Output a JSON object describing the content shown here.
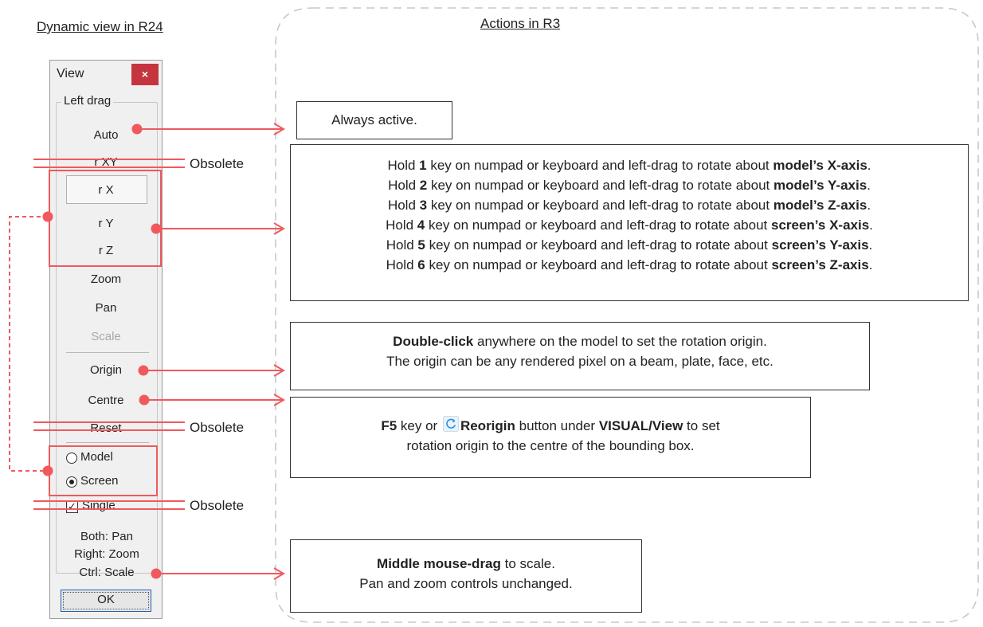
{
  "headings": {
    "left": "Dynamic view in R24",
    "right": "Actions in R3"
  },
  "dialog": {
    "title": "View",
    "close": "×",
    "group_label": "Left drag",
    "buttons": {
      "auto": "Auto",
      "rxy": "r XY",
      "rx": "r X",
      "ry": "r Y",
      "rz": "r Z",
      "zoom": "Zoom",
      "pan": "Pan",
      "scale": "Scale",
      "origin": "Origin",
      "centre": "Centre",
      "reset": "Reset"
    },
    "radio_model": "Model",
    "radio_screen": "Screen",
    "selected_radio": "Screen",
    "check_single": "Single",
    "single_checked": true,
    "notes": [
      "Both: Pan",
      "Right: Zoom",
      "Ctrl: Scale"
    ],
    "ok": "OK"
  },
  "obsolete_label": "Obsolete",
  "actions": {
    "auto": "Always active.",
    "rotate": [
      {
        "pre": "Hold ",
        "key": "1",
        "mid": " key on numpad or keyboard and left-drag to rotate about ",
        "axis": "model’s X-axis",
        "post": "."
      },
      {
        "pre": "Hold ",
        "key": "2",
        "mid": " key on numpad or keyboard and left-drag to rotate about ",
        "axis": "model’s Y-axis",
        "post": "."
      },
      {
        "pre": "Hold ",
        "key": "3",
        "mid": " key on numpad or keyboard and left-drag to rotate about ",
        "axis": "model’s Z-axis",
        "post": "."
      },
      {
        "pre": "Hold ",
        "key": "4",
        "mid": " key on numpad or keyboard and left-drag to rotate about ",
        "axis": "screen’s X-axis",
        "post": "."
      },
      {
        "pre": "Hold ",
        "key": "5",
        "mid": " key on numpad or keyboard and left-drag to rotate about ",
        "axis": "screen’s Y-axis",
        "post": "."
      },
      {
        "pre": "Hold ",
        "key": "6",
        "mid": " key on numpad or keyboard and left-drag to rotate about ",
        "axis": "screen’s Z-axis",
        "post": "."
      }
    ],
    "origin": {
      "bold": "Double-click",
      "rest": " anywhere on the model to set the rotation origin.",
      "line2": "The origin can be any rendered pixel on a beam, plate, face, etc."
    },
    "centre": {
      "key": "F5",
      "mid1": " key or ",
      "icon": "reorigin-icon",
      "btn": "Reorigin",
      "mid2": " button under ",
      "menu": "VISUAL/View",
      "end": " to set",
      "line2": "rotation origin to the centre of the bounding box."
    },
    "scale": {
      "bold": "Middle mouse-drag",
      "rest": " to scale.",
      "line2": "Pan and zoom controls unchanged."
    }
  },
  "colors": {
    "accent": "#f0595d",
    "dashed_border": "#c8c8c8",
    "close_bg": "#c4353f"
  }
}
